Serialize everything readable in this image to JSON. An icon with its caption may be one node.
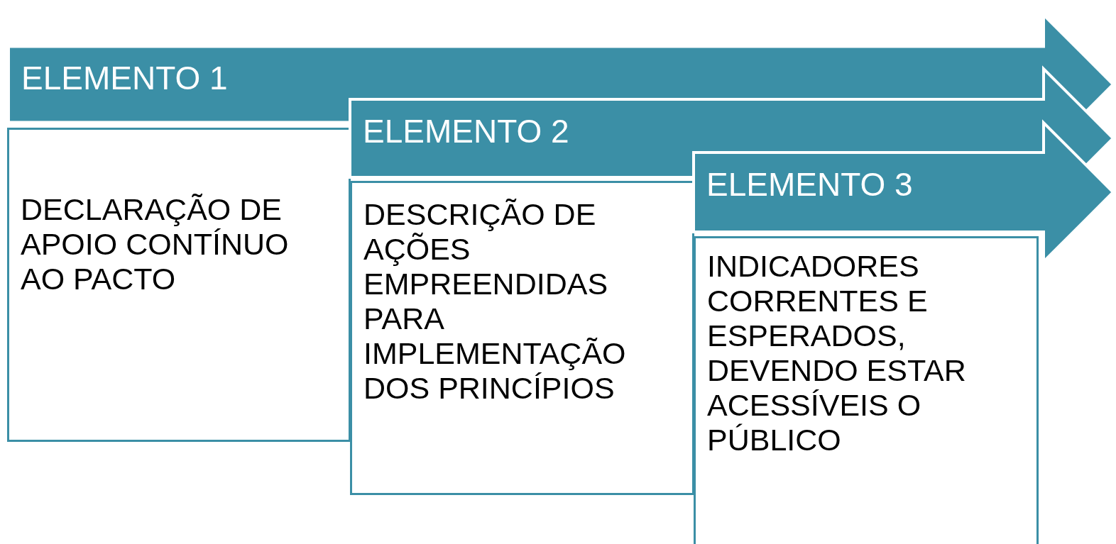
{
  "diagram": {
    "nodes": [
      {
        "text": [
          "ELEMENTO 1"
        ]
      },
      {
        "text": [
          "DECLARAÇÃO DE APOIO CONTÍNUO AO PACTO"
        ]
      },
      {
        "text": [
          "ELEMENTO 2"
        ]
      },
      {
        "text": [
          "DESCRIÇÃO DE AÇÕES EMPREENDIDAS PARA IMPLEMENTAÇÃO DOS PRINCÍPIOS"
        ]
      },
      {
        "text": [
          "ELEMENTO 3"
        ]
      },
      {
        "text": [
          "INDICADORES CORRENTES E ESPERADOS, DEVENDO ESTAR ACESSÍVEIS O PÚBLICO"
        ]
      }
    ]
  }
}
